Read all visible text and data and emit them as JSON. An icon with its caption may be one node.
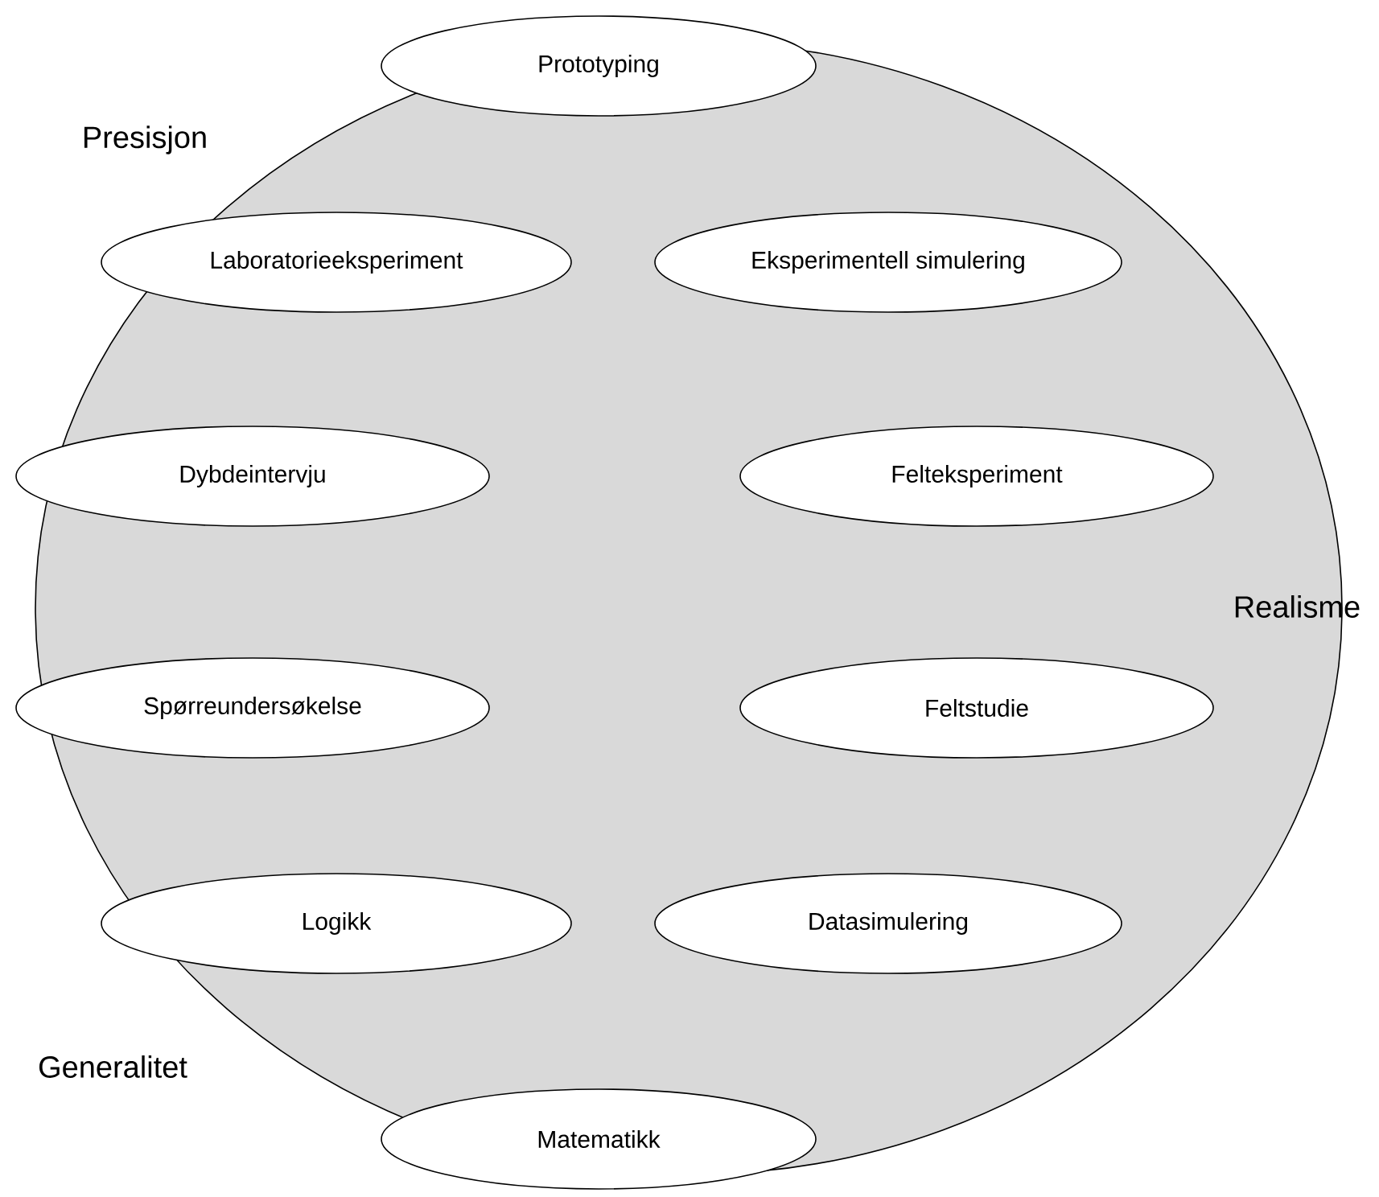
{
  "diagram": {
    "nodes": [
      {
        "text": [
          "Prototyping"
        ]
      },
      {
        "text": [
          "Laboratorieeksperiment"
        ]
      },
      {
        "text": [
          "Eksperimentell simulering"
        ]
      },
      {
        "text": [
          "Dybdeintervju"
        ]
      },
      {
        "text": [
          "Felteksperiment"
        ]
      },
      {
        "text": [
          "Spørreundersøkelse"
        ]
      },
      {
        "text": [
          "Feltstudie"
        ]
      },
      {
        "text": [
          "Logikk"
        ]
      },
      {
        "text": [
          "Datasimulering"
        ]
      },
      {
        "text": [
          "Matematikk"
        ]
      }
    ],
    "labels": [
      "Presisjon",
      "Realisme",
      "Generalitet"
    ]
  }
}
